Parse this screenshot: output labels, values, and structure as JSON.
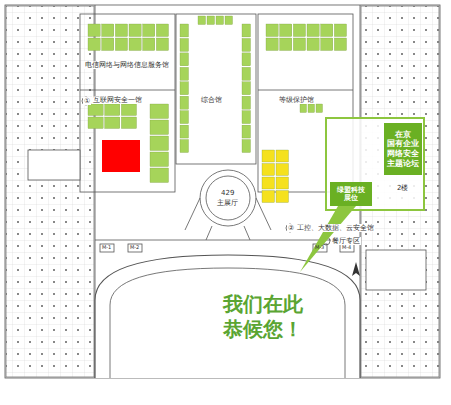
{
  "diagram": {
    "nodes": [
      {
        "text": [
          "在京 国有企业 网络安全 主题论坛"
        ]
      },
      {
        "text": [
          "绿盟科技 展位"
        ]
      }
    ],
    "labels": [
      "电信网络与网络信息服务馆",
      "①",
      "互联网安全一馆",
      "综合馆",
      "等级保护馆",
      "429",
      "主展厅",
      "②",
      "工控、大数据、云安全馆",
      "餐厅专区",
      "M-1",
      "M-2",
      "M-3",
      "M-4",
      "我们在此 恭候您！",
      "2楼"
    ]
  }
}
